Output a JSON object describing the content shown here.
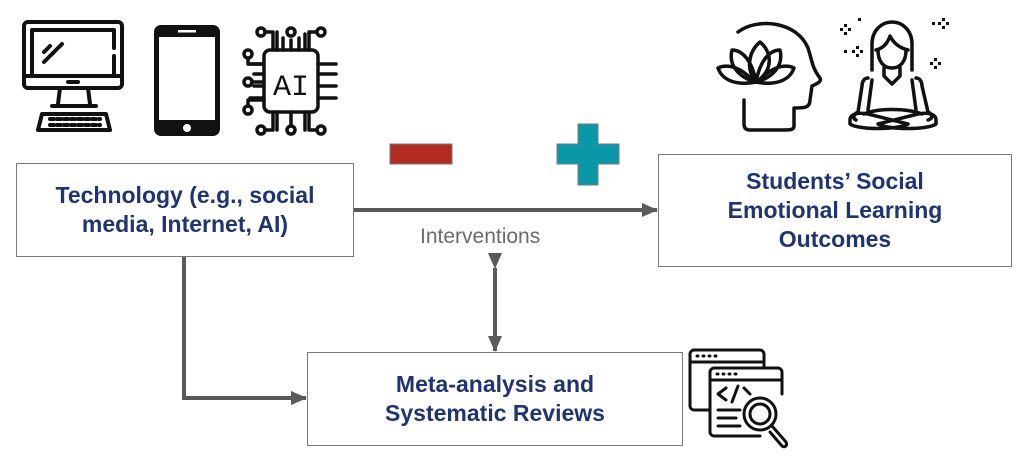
{
  "nodes": {
    "technology": {
      "lines": [
        "Technology (e.g., social",
        "media, Internet, AI)"
      ]
    },
    "sel_outcomes": {
      "lines": [
        "Students’ Social",
        "Emotional Learning",
        "Outcomes"
      ]
    },
    "meta_analysis": {
      "lines": [
        "Meta-analysis and",
        "Systematic Reviews"
      ]
    }
  },
  "edge_labels": {
    "interventions": "Interventions"
  },
  "signs": {
    "negative": "minus",
    "positive": "plus"
  },
  "colors": {
    "text_navy": "#1f3470",
    "arrow_gray": "#5a5a5a",
    "minus_red": "#b22b23",
    "plus_teal": "#0a97a6",
    "label_gray": "#6b6b6b"
  },
  "icons": {
    "top_left": [
      "desktop-computer-icon",
      "smartphone-icon",
      "ai-chip-icon"
    ],
    "top_right": [
      "head-lotus-icon",
      "meditating-person-icon"
    ],
    "bottom": [
      "code-review-search-icon"
    ]
  }
}
